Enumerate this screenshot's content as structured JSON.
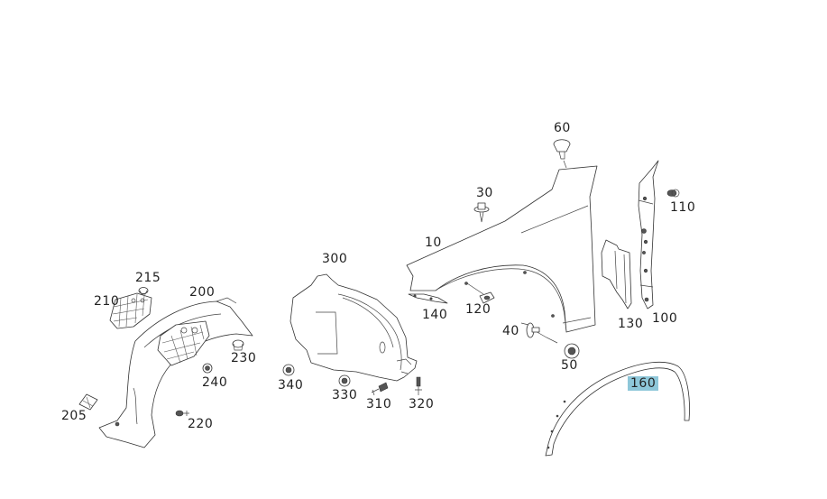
{
  "diagram": {
    "type": "exploded-parts-diagram",
    "subject": "front fender and wheel arch liner assembly",
    "highlight_color": "#8ec7d9",
    "label_color": "#222222",
    "parts": [
      {
        "number": "10",
        "shape": "fender-panel",
        "highlighted": false
      },
      {
        "number": "30",
        "shape": "bolt-icon",
        "highlighted": false
      },
      {
        "number": "40",
        "shape": "bolt-icon",
        "highlighted": false
      },
      {
        "number": "50",
        "shape": "nut-icon",
        "highlighted": false
      },
      {
        "number": "60",
        "shape": "clip-icon",
        "highlighted": false
      },
      {
        "number": "100",
        "shape": "bracket",
        "highlighted": false
      },
      {
        "number": "110",
        "shape": "screw-icon",
        "highlighted": false
      },
      {
        "number": "120",
        "shape": "clip-icon",
        "highlighted": false
      },
      {
        "number": "130",
        "shape": "seal-panel",
        "highlighted": false
      },
      {
        "number": "140",
        "shape": "bracket",
        "highlighted": false
      },
      {
        "number": "160",
        "shape": "wheel-arch-trim",
        "highlighted": true
      },
      {
        "number": "200",
        "shape": "wheel-arch-liner",
        "highlighted": false
      },
      {
        "number": "205",
        "shape": "clip-icon",
        "highlighted": false
      },
      {
        "number": "210",
        "shape": "grille-cover",
        "highlighted": false
      },
      {
        "number": "215",
        "shape": "clip-icon",
        "highlighted": false
      },
      {
        "number": "220",
        "shape": "screw-icon",
        "highlighted": false
      },
      {
        "number": "230",
        "shape": "clip-icon",
        "highlighted": false
      },
      {
        "number": "240",
        "shape": "nut-icon",
        "highlighted": false
      },
      {
        "number": "300",
        "shape": "wheel-arch-liner-front",
        "highlighted": false
      },
      {
        "number": "310",
        "shape": "screw-icon",
        "highlighted": false
      },
      {
        "number": "320",
        "shape": "screw-icon",
        "highlighted": false
      },
      {
        "number": "330",
        "shape": "nut-icon",
        "highlighted": false
      },
      {
        "number": "340",
        "shape": "nut-icon",
        "highlighted": false
      }
    ]
  },
  "labels": {
    "p10": "10",
    "p30": "30",
    "p40": "40",
    "p50": "50",
    "p60": "60",
    "p100": "100",
    "p110": "110",
    "p120": "120",
    "p130": "130",
    "p140": "140",
    "p160": "160",
    "p200": "200",
    "p205": "205",
    "p210": "210",
    "p215": "215",
    "p220": "220",
    "p230": "230",
    "p240": "240",
    "p300": "300",
    "p310": "310",
    "p320": "320",
    "p330": "330",
    "p340": "340"
  }
}
